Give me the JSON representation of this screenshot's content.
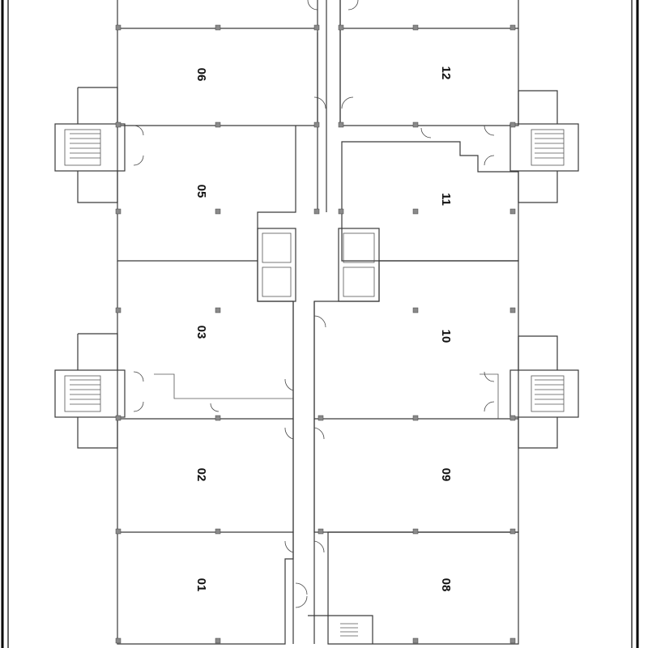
{
  "units": [
    {
      "id": "01",
      "label": "01"
    },
    {
      "id": "02",
      "label": "02"
    },
    {
      "id": "03",
      "label": "03"
    },
    {
      "id": "05",
      "label": "05"
    },
    {
      "id": "06",
      "label": "06"
    },
    {
      "id": "08",
      "label": "08"
    },
    {
      "id": "09",
      "label": "09"
    },
    {
      "id": "10",
      "label": "10"
    },
    {
      "id": "11",
      "label": "11"
    },
    {
      "id": "12",
      "label": "12"
    }
  ],
  "colors": {
    "wall": "#3a3a3a",
    "column": "#8a8a8a",
    "frame": "#000000",
    "background": "#ffffff"
  }
}
